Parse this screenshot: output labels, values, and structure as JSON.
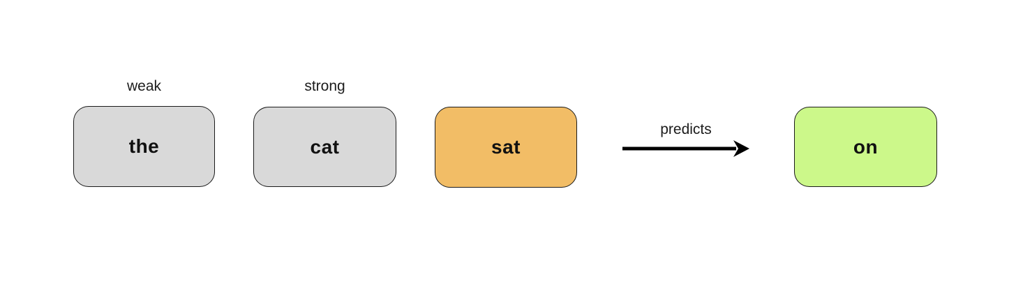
{
  "diagram": {
    "background": "#ffffff",
    "annotations": [
      {
        "id": "weak",
        "text": "weak"
      },
      {
        "id": "strong",
        "text": "strong"
      }
    ],
    "nodes": [
      {
        "id": "the",
        "label": "the",
        "fill": "#d9d9d9",
        "border": "#1a1a1a"
      },
      {
        "id": "cat",
        "label": "cat",
        "fill": "#d9d9d9",
        "border": "#1a1a1a"
      },
      {
        "id": "sat",
        "label": "sat",
        "fill": "#f2bd66",
        "border": "#1a1a1a"
      },
      {
        "id": "on",
        "label": "on",
        "fill": "#ccf88a",
        "border": "#1a1a1a"
      }
    ],
    "arrow": {
      "label": "predicts",
      "color": "#000000"
    }
  }
}
